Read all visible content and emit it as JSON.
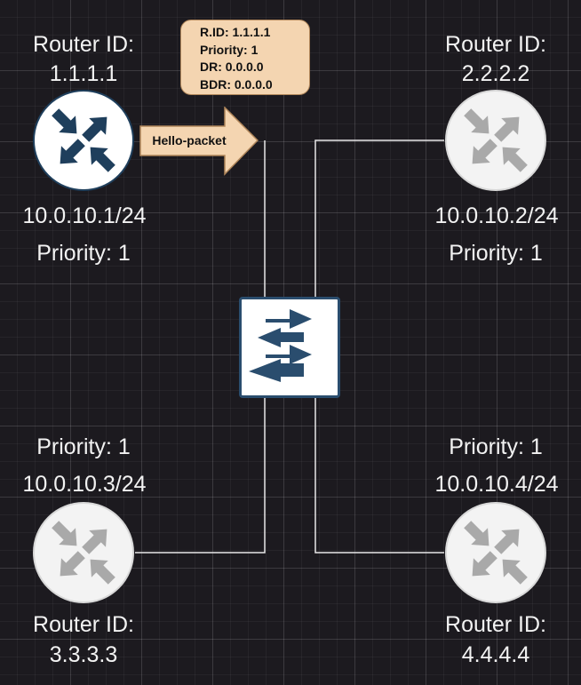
{
  "routers": [
    {
      "router_id_label": "Router ID:",
      "router_id": "1.1.1.1",
      "ip": "10.0.10.1/24",
      "priority": "Priority: 1",
      "icon": "router-icon",
      "active": true
    },
    {
      "router_id_label": "Router ID:",
      "router_id": "2.2.2.2",
      "ip": "10.0.10.2/24",
      "priority": "Priority: 1",
      "icon": "router-icon",
      "active": false
    },
    {
      "router_id_label": "Router ID:",
      "router_id": "3.3.3.3",
      "ip": "10.0.10.3/24",
      "priority": "Priority: 1",
      "icon": "router-icon",
      "active": false
    },
    {
      "router_id_label": "Router ID:",
      "router_id": "4.4.4.4",
      "ip": "10.0.10.4/24",
      "priority": "Priority: 1",
      "icon": "router-icon",
      "active": false
    }
  ],
  "switch": {
    "icon": "switch-icon"
  },
  "hello_packet": {
    "arrow_label": "Hello-packet",
    "fields": [
      "R.ID: 1.1.1.1",
      "Priority: 1",
      "DR: 0.0.0.0",
      "BDR: 0.0.0.0"
    ]
  },
  "colors": {
    "background": "#1c1a1f",
    "active_router_icon": "#1f3f5c",
    "inactive_router_icon": "#a9a9a9",
    "packet_fill": "#f4d5b1",
    "link_line": "#e8e8e8"
  }
}
